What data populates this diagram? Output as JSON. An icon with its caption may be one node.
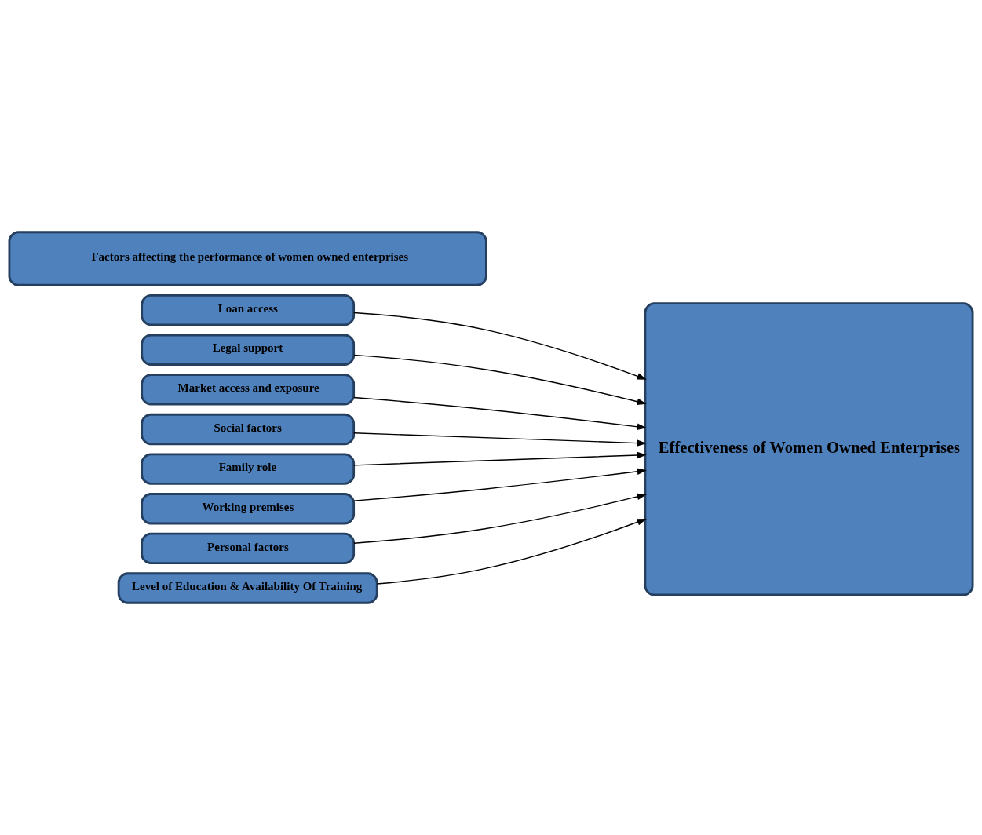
{
  "diagram": {
    "nodes": [
      {
        "text": [
          "Factors affecting the performance of women owned enterprises"
        ]
      },
      {
        "text": [
          "Loan access"
        ]
      },
      {
        "text": [
          "Legal support"
        ]
      },
      {
        "text": [
          "Market access and exposure"
        ]
      },
      {
        "text": [
          "Social factors"
        ]
      },
      {
        "text": [
          "Family role"
        ]
      },
      {
        "text": [
          "Working premises"
        ]
      },
      {
        "text": [
          "Personal factors"
        ]
      },
      {
        "text": [
          "Level of Education & Availability Of Training"
        ]
      },
      {
        "text": [
          "Effectiveness of Women Owned Enterprises"
        ]
      }
    ],
    "edges": [
      {
        "from": 1,
        "to": 9,
        "arrow": "to"
      },
      {
        "from": 2,
        "to": 9,
        "arrow": "to"
      },
      {
        "from": 3,
        "to": 9,
        "arrow": "to"
      },
      {
        "from": 4,
        "to": 9,
        "arrow": "to"
      },
      {
        "from": 5,
        "to": 9,
        "arrow": "to"
      },
      {
        "from": 6,
        "to": 9,
        "arrow": "to"
      },
      {
        "from": 7,
        "to": 9,
        "arrow": "to"
      },
      {
        "from": 8,
        "to": 9,
        "arrow": "to"
      }
    ]
  }
}
